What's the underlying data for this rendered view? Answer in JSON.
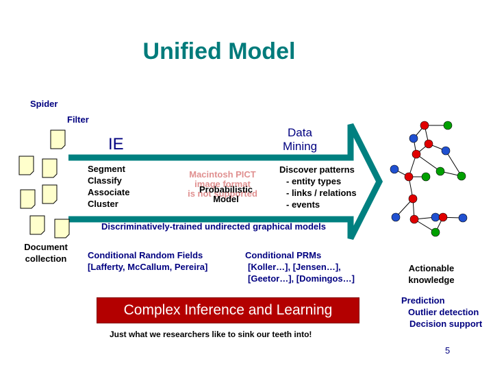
{
  "title": "Unified Model",
  "spider_label": "Spider",
  "filter_label": "Filter",
  "document_collection": [
    "Document",
    "collection"
  ],
  "ie_label": "IE",
  "ie_steps": [
    "Segment",
    "Classify",
    "Associate",
    "Cluster"
  ],
  "data_mining_label": [
    "Data",
    "Mining"
  ],
  "pict_placeholder": [
    "Macintosh PICT",
    "image format",
    "is not supported"
  ],
  "probabilistic_model": [
    "Probabilistic",
    "Model"
  ],
  "discover_patterns": [
    "Discover patterns",
    "- entity types",
    "- links / relations",
    "- events"
  ],
  "discriminative_label": "Discriminatively-trained undirected graphical models",
  "crf": [
    "Conditional Random Fields",
    "[Lafferty, McCallum, Pereira]"
  ],
  "prm": [
    "Conditional PRMs",
    "[Koller…], [Jensen…],",
    "[Geetor…], [Domingos…]"
  ],
  "actionable_knowledge": [
    "Actionable",
    "knowledge"
  ],
  "uses": [
    "Prediction",
    "Outlier detection",
    "Decision support"
  ],
  "banner": "Complex Inference and Learning",
  "tagline": "Just what we researchers like to sink our teeth into!",
  "page_number": "5",
  "colors": {
    "teal": "#007b7b",
    "navy": "#000080",
    "arrow_border": "#008080",
    "banner": "#b30000",
    "doc_fill": "#ffffcc",
    "node_red": "#e00000",
    "node_green": "#00a000",
    "node_blue": "#2050d0"
  }
}
